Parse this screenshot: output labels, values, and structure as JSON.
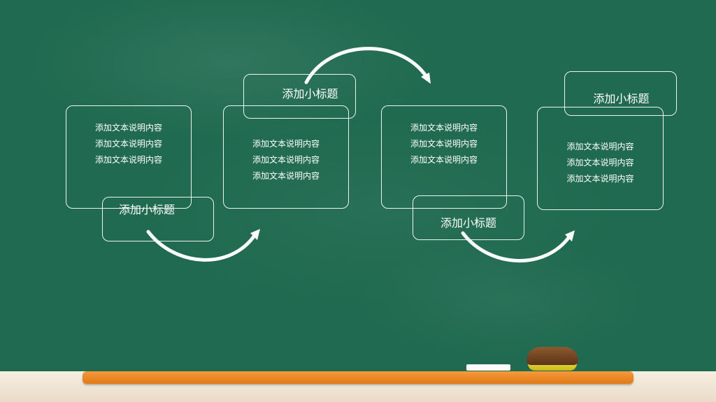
{
  "steps": [
    {
      "subtitle": "添加小标题",
      "lines": [
        "添加文本说明内容",
        "添加文本说明内容",
        "添加文本说明内容"
      ]
    },
    {
      "subtitle": "添加小标题",
      "lines": [
        "添加文本说明内容",
        "添加文本说明内容",
        "添加文本说明内容"
      ]
    },
    {
      "subtitle": "添加小标题",
      "lines": [
        "添加文本说明内容",
        "添加文本说明内容",
        "添加文本说明内容"
      ]
    },
    {
      "subtitle": "添加小标题",
      "lines": [
        "添加文本说明内容",
        "添加文本说明内容",
        "添加文本说明内容"
      ]
    }
  ],
  "colors": {
    "board": "#1f6a50",
    "outline": "#ffffff",
    "ledge": "#e98425",
    "eraser_felt": "#e6d62e",
    "eraser_wood": "#6b3f1d"
  }
}
